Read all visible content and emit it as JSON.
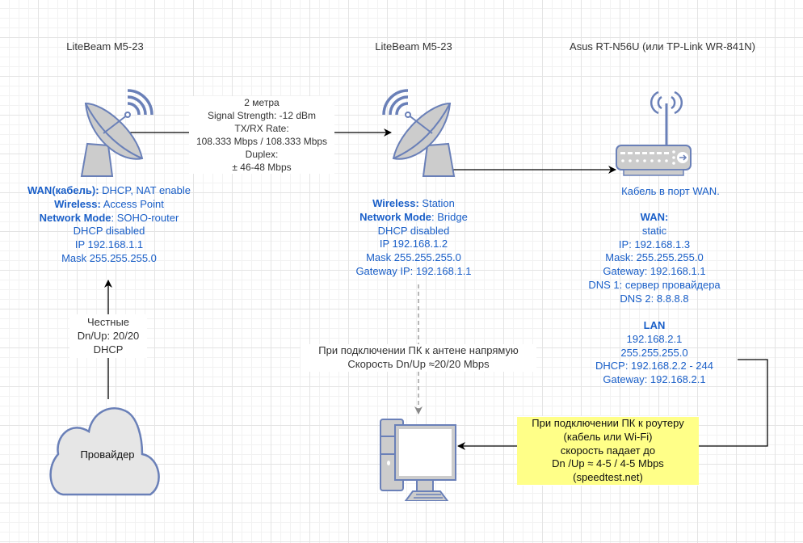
{
  "colors": {
    "text_blue": "#1a5fc8",
    "icon_stroke": "#6a80b8",
    "icon_fill": "#cccccc",
    "highlight": "#ffff88"
  },
  "devices": {
    "antenna1": {
      "title": "LiteBeam M5-23",
      "icon": "satellite-dish-icon",
      "config": [
        {
          "label": "WAN(кабель):",
          "value": " DHCP, NAT enable"
        },
        {
          "label": "Wireless:",
          "value": " Access Point"
        },
        {
          "label": "Network Mode",
          "value": ": SOHO-router"
        },
        {
          "label": "",
          "value": "DHCP disabled"
        },
        {
          "label": "",
          "value": "IP 192.168.1.1"
        },
        {
          "label": "",
          "value": "Mask 255.255.255.0"
        }
      ]
    },
    "antenna2": {
      "title": "LiteBeam M5-23",
      "icon": "satellite-dish-icon",
      "config": [
        {
          "label": "Wireless:",
          "value": " Station"
        },
        {
          "label": "Network Mode",
          "value": ": Bridge"
        },
        {
          "label": "",
          "value": "DHCP disabled"
        },
        {
          "label": "",
          "value": "IP 192.168.1.2"
        },
        {
          "label": "",
          "value": "Mask 255.255.255.0"
        },
        {
          "label": "",
          "value": "Gateway IP: 192.168.1.1"
        }
      ]
    },
    "router": {
      "title": "Asus RT-N56U (или TP-Link WR-841N)",
      "icon": "wireless-router-icon",
      "caption": "Кабель в порт WAN.",
      "wan": {
        "heading": "WAN:",
        "lines": [
          "static",
          "IP: 192.168.1.3",
          "Mask: 255.255.255.0",
          "Gateway: 192.168.1.1",
          "DNS 1: сервер провайдера",
          "DNS 2: 8.8.8.8"
        ]
      },
      "lan": {
        "heading": "LAN",
        "lines": [
          "192.168.2.1",
          "255.255.255.0",
          "DHCP: 192.168.2.2 - 244",
          "Gateway: 192.168.2.1"
        ]
      }
    },
    "provider": {
      "label": "Провайдер",
      "icon": "cloud-icon"
    },
    "pc": {
      "icon": "desktop-pc-icon"
    }
  },
  "links": {
    "wireless_link": {
      "lines": [
        "2 метра",
        "Signal Strength: -12 dBm",
        "TX/RX Rate:",
        "108.333 Mbps / 108.333 Mbps",
        "Duplex:",
        "± 46-48 Mbps"
      ]
    },
    "provider_link": {
      "lines": [
        "Честные",
        "Dn/Up: 20/20",
        "DHCP"
      ]
    },
    "direct_pc_link": {
      "lines": [
        "При подключении ПК к антене напрямую",
        "Скорость Dn/Up ≈20/20 Mbps"
      ]
    },
    "router_pc_link": {
      "lines": [
        "При подключении ПК к роутеру",
        "(кабель или Wi-Fi)",
        "скорость падает до",
        "Dn /Up ≈ 4-5 / 4-5 Mbps",
        "(speedtest.net)"
      ]
    }
  }
}
